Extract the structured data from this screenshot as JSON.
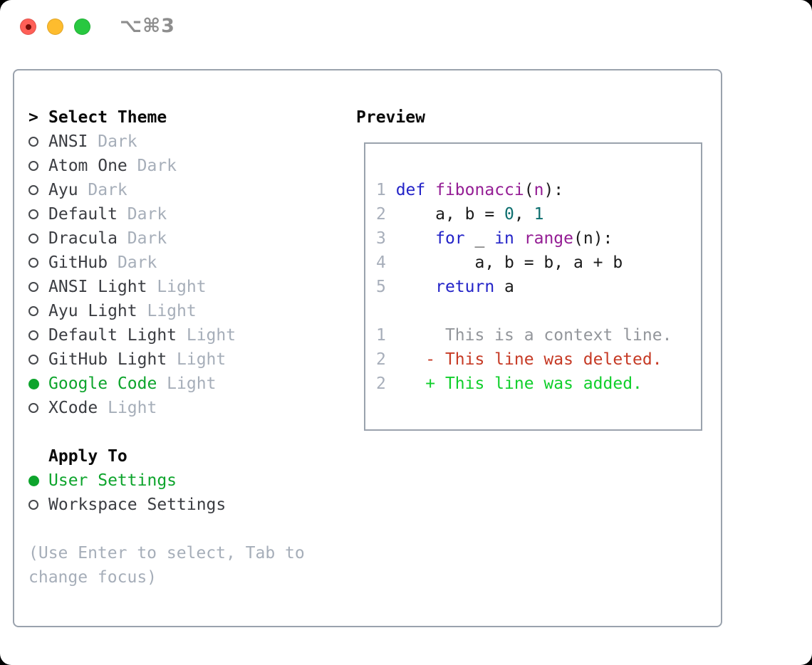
{
  "window": {
    "shortcut": "⌥⌘3",
    "traffic_lights": {
      "close_color": "#ff5f57",
      "minimize_color": "#febc2e",
      "zoom_color": "#28c840",
      "unsaved_dot_color": "#750d08"
    }
  },
  "colors": {
    "panel_border": "#9aa2ad",
    "heading_text": "#0a0a0a",
    "item_text": "#3b3d42",
    "muted_text": "#a6aeb9",
    "accent_green": "#0da42c",
    "keyword_blue": "#2323c8",
    "function_purple": "#941d94",
    "literal_teal": "#0c6e6e",
    "diff_context_gray": "#93969b",
    "diff_deleted_red": "#c63a25",
    "diff_added_green": "#10cf2b",
    "line_number_gray": "#a7aeba"
  },
  "theme_selector": {
    "heading_marker": ">",
    "heading": "Select Theme",
    "items": [
      {
        "name": "ANSI",
        "variant": "Dark",
        "selected": false
      },
      {
        "name": "Atom One",
        "variant": "Dark",
        "selected": false
      },
      {
        "name": "Ayu",
        "variant": "Dark",
        "selected": false
      },
      {
        "name": "Default",
        "variant": "Dark",
        "selected": false
      },
      {
        "name": "Dracula",
        "variant": "Dark",
        "selected": false
      },
      {
        "name": "GitHub",
        "variant": "Dark",
        "selected": false
      },
      {
        "name": "ANSI Light",
        "variant": "Light",
        "selected": false
      },
      {
        "name": "Ayu Light",
        "variant": "Light",
        "selected": false
      },
      {
        "name": "Default Light",
        "variant": "Light",
        "selected": false
      },
      {
        "name": "GitHub Light",
        "variant": "Light",
        "selected": false
      },
      {
        "name": "Google Code",
        "variant": "Light",
        "selected": true
      },
      {
        "name": "XCode",
        "variant": "Light",
        "selected": false
      }
    ]
  },
  "apply_to": {
    "heading": "Apply To",
    "items": [
      {
        "label": "User Settings",
        "selected": true
      },
      {
        "label": "Workspace Settings",
        "selected": false
      }
    ]
  },
  "help": {
    "line1": "(Use Enter to select, Tab to",
    "line2": "change focus)"
  },
  "preview": {
    "heading": "Preview",
    "code_lines": [
      {
        "num": "1",
        "tokens": [
          {
            "t": "def",
            "c": "kw"
          },
          {
            "t": " ",
            "c": "plain"
          },
          {
            "t": "fibonacci",
            "c": "fn"
          },
          {
            "t": "(",
            "c": "plain"
          },
          {
            "t": "n",
            "c": "fn"
          },
          {
            "t": "):",
            "c": "plain"
          }
        ]
      },
      {
        "num": "2",
        "tokens": [
          {
            "t": "    a, b = ",
            "c": "plain"
          },
          {
            "t": "0",
            "c": "num"
          },
          {
            "t": ", ",
            "c": "plain"
          },
          {
            "t": "1",
            "c": "num"
          }
        ]
      },
      {
        "num": "3",
        "tokens": [
          {
            "t": "    ",
            "c": "plain"
          },
          {
            "t": "for",
            "c": "kw"
          },
          {
            "t": " _ ",
            "c": "plain"
          },
          {
            "t": "in",
            "c": "kw"
          },
          {
            "t": " ",
            "c": "plain"
          },
          {
            "t": "range",
            "c": "fn"
          },
          {
            "t": "(n):",
            "c": "plain"
          }
        ]
      },
      {
        "num": "4",
        "tokens": [
          {
            "t": "        a, b = b, a + b",
            "c": "plain"
          }
        ]
      },
      {
        "num": "5",
        "tokens": [
          {
            "t": "    ",
            "c": "plain"
          },
          {
            "t": "return",
            "c": "kw"
          },
          {
            "t": " a",
            "c": "plain"
          }
        ]
      },
      {
        "num": "",
        "tokens": []
      },
      {
        "num": "1",
        "tokens": [
          {
            "t": "     This is a context line.",
            "c": "ctx"
          }
        ]
      },
      {
        "num": "2",
        "tokens": [
          {
            "t": "   - This line was deleted.",
            "c": "del"
          }
        ]
      },
      {
        "num": "2",
        "tokens": [
          {
            "t": "   + This line was added.",
            "c": "add"
          }
        ]
      }
    ]
  }
}
